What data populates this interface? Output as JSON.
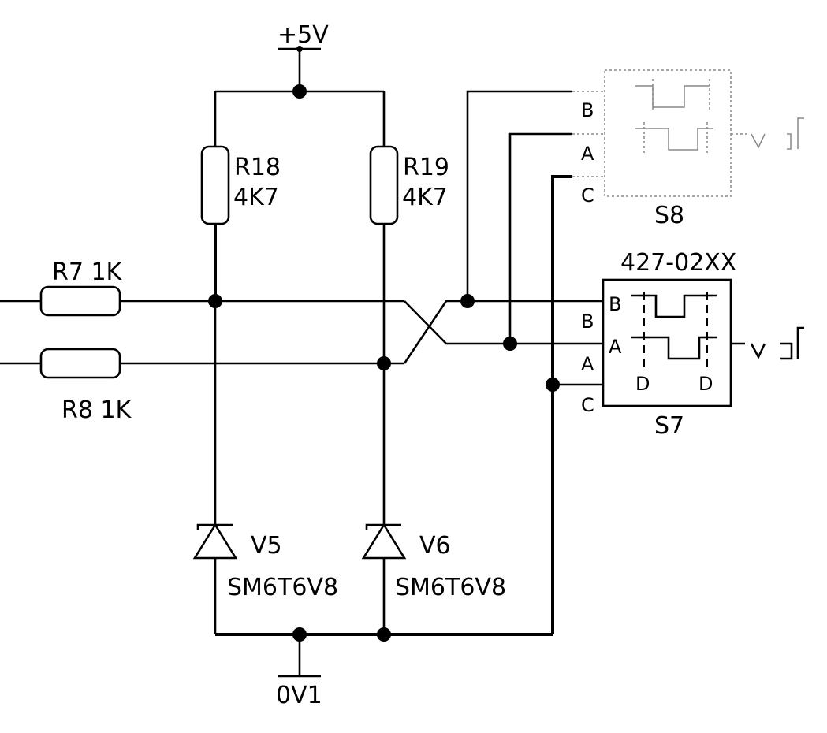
{
  "supply": {
    "top": "+5V",
    "bottom": "0V1"
  },
  "resistors": {
    "r18": {
      "ref": "R18",
      "value": "4K7"
    },
    "r19": {
      "ref": "R19",
      "value": "4K7"
    },
    "r7": {
      "label": "R7 1K"
    },
    "r8": {
      "label": "R8 1K"
    }
  },
  "diodes": {
    "v5": {
      "ref": "V5",
      "part": "SM6T6V8"
    },
    "v6": {
      "ref": "V6",
      "part": "SM6T6V8"
    }
  },
  "s8": {
    "ref": "S8",
    "pin_b": "B",
    "pin_a": "A",
    "pin_c": "C"
  },
  "s7": {
    "ref": "S7",
    "part": "427-02XX",
    "pin_b_outer": "B",
    "pin_a_outer": "A",
    "pin_c_outer": "C",
    "pin_b_inner": "B",
    "pin_a_inner": "A",
    "d_left": "D",
    "d_right": "D"
  }
}
